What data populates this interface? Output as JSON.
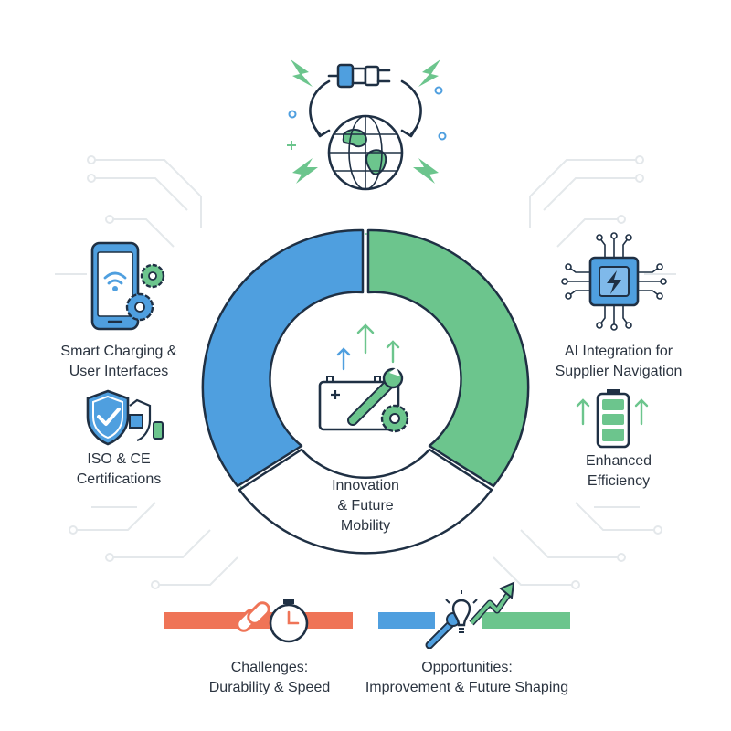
{
  "center": {
    "line1": "Innovation",
    "line2": "& Future",
    "line3": "Mobility"
  },
  "left": {
    "smart": {
      "line1": "Smart Charging &",
      "line2": "User Interfaces"
    },
    "iso": {
      "line1": "ISO & CE",
      "line2": "Certifications"
    }
  },
  "right": {
    "ai": {
      "line1": "AI Integration for",
      "line2": "Supplier Navigation"
    },
    "efficiency": {
      "line1": "Enhanced",
      "line2": "Efficiency"
    }
  },
  "bottom": {
    "challenges": {
      "line1": "Challenges:",
      "line2": "Durability & Speed"
    },
    "opportunities": {
      "line1": "Opportunities:",
      "line2": "Improvement & Future Shaping"
    }
  },
  "colors": {
    "blue": "#4f9fdf",
    "green": "#6cc58d",
    "orange": "#ef7457",
    "navy": "#1f3044",
    "circuit": "#e3e7ea"
  },
  "icons": [
    "plug-icon",
    "globe-icon",
    "lightning-icon",
    "smartphone-icon",
    "gear-icon",
    "shield-check-icon",
    "microchip-icon",
    "battery-icon",
    "wrench-icon",
    "chain-link-icon",
    "stopwatch-icon",
    "lightbulb-icon",
    "arrow-up-icon"
  ]
}
